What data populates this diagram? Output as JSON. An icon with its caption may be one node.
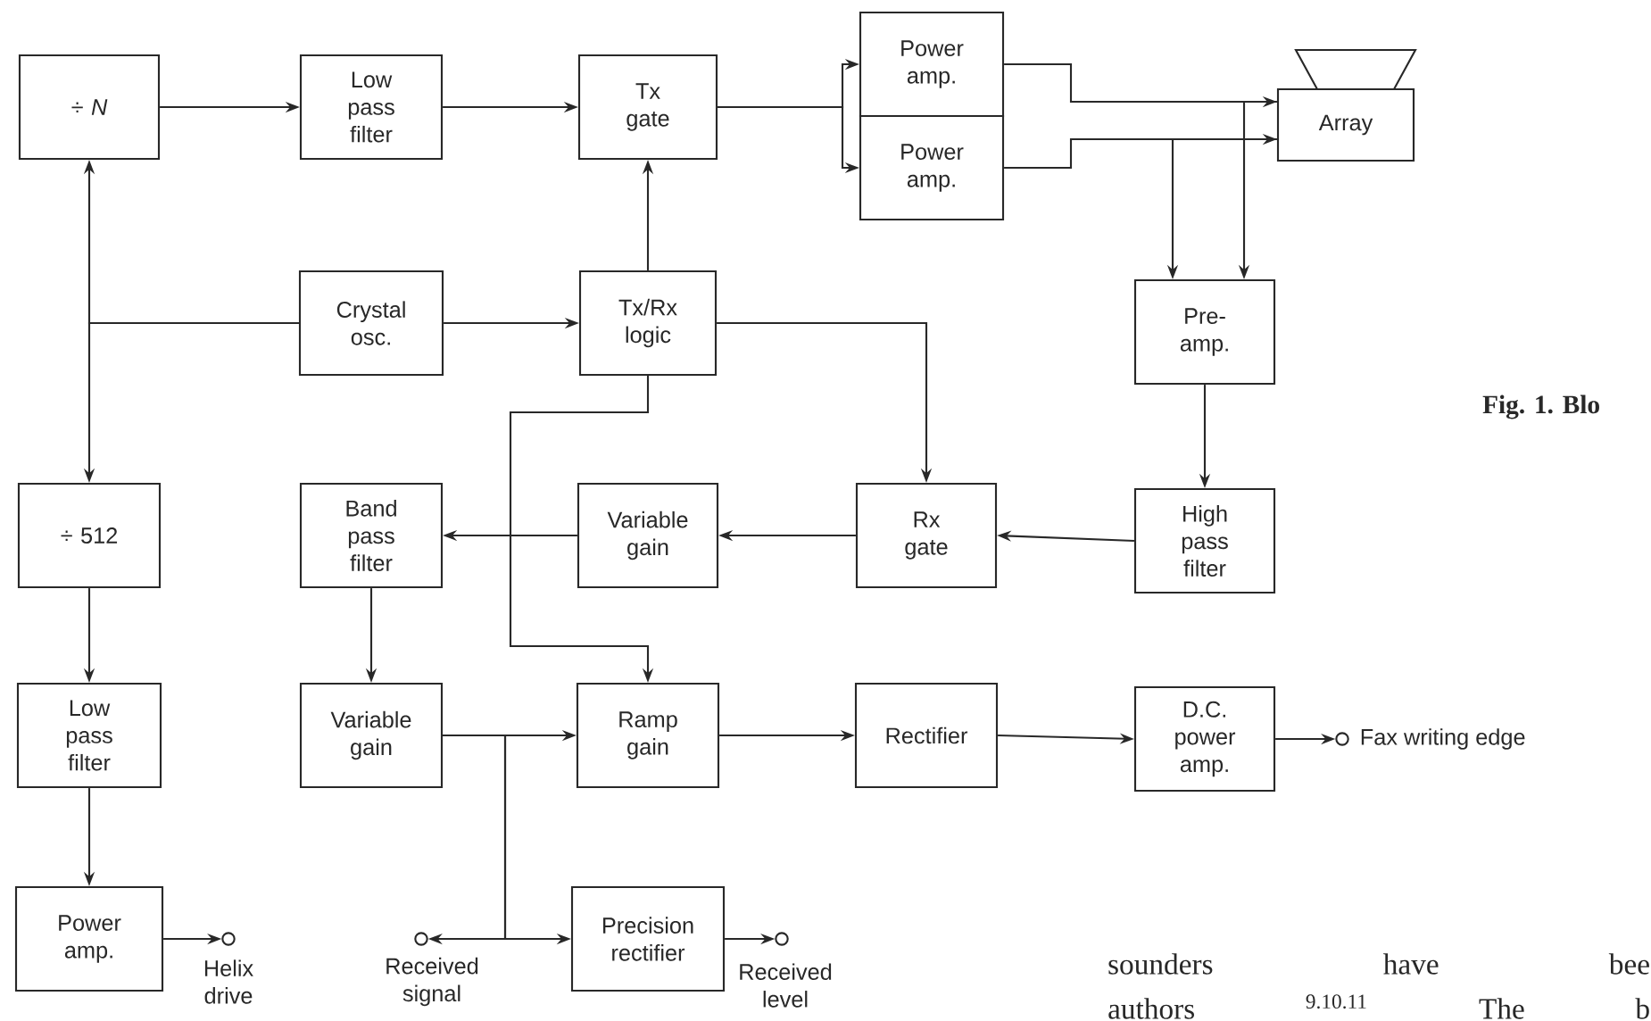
{
  "diagram": {
    "caption": "Fig. 1. Blo",
    "nodes": [
      {
        "text": [
          "÷ *N*"
        ]
      },
      {
        "text": [
          "Low pass filter"
        ]
      },
      {
        "text": [
          "Tx gate"
        ]
      },
      {
        "text": [
          "Power amp."
        ]
      },
      {
        "text": [
          "Power amp."
        ]
      },
      {
        "text": [
          "Array"
        ]
      },
      {
        "text": [
          "Crystal osc."
        ]
      },
      {
        "text": [
          "Tx/Rx logic"
        ]
      },
      {
        "text": [
          "Pre- amp."
        ]
      },
      {
        "text": [
          "÷ 512"
        ]
      },
      {
        "text": [
          "Band pass filter"
        ]
      },
      {
        "text": [
          "Variable gain"
        ]
      },
      {
        "text": [
          "Rx gate"
        ]
      },
      {
        "text": [
          "High pass filter"
        ]
      },
      {
        "text": [
          "Low pass filter"
        ]
      },
      {
        "text": [
          "Variable gain"
        ]
      },
      {
        "text": [
          "Ramp gain"
        ]
      },
      {
        "text": [
          "Rectifier"
        ]
      },
      {
        "text": [
          "D.C. power amp."
        ]
      },
      {
        "text": [
          "Power amp."
        ]
      },
      {
        "text": [
          "Precision rectifier"
        ]
      },
      {
        "text": [],
        "shape": "circle",
        "beside": [
          "Helix drive"
        ]
      },
      {
        "text": [],
        "shape": "circle",
        "beside": [
          "Received signal"
        ]
      },
      {
        "text": [],
        "shape": "circle",
        "beside": [
          "Received level"
        ]
      },
      {
        "text": [],
        "shape": "circle",
        "beside": [
          "Fax writing edge"
        ]
      }
    ],
    "edges": [
      {
        "from": 0,
        "to": 1,
        "arrow": "to"
      },
      {
        "from": 1,
        "to": 2,
        "arrow": "to"
      },
      {
        "from": 2,
        "to": 3,
        "arrow": "to"
      },
      {
        "from": 2,
        "to": 4,
        "arrow": "to"
      },
      {
        "from": 3,
        "to": 5,
        "arrow": "to"
      },
      {
        "from": 4,
        "to": 5,
        "arrow": "to"
      },
      {
        "from": 5,
        "to": 8,
        "arrow": "to"
      },
      {
        "from": 5,
        "to": 8,
        "arrow": "to"
      },
      {
        "from": 6,
        "to": 0,
        "arrow": "to"
      },
      {
        "from": 6,
        "to": 9,
        "arrow": "to"
      },
      {
        "from": 6,
        "to": 7,
        "arrow": "to"
      },
      {
        "from": 7,
        "to": 2,
        "arrow": "to"
      },
      {
        "from": 7,
        "to": 12,
        "arrow": "to"
      },
      {
        "from": 7,
        "to": 16,
        "arrow": "to"
      },
      {
        "from": 8,
        "to": 13,
        "arrow": "to"
      },
      {
        "from": 13,
        "to": 12,
        "arrow": "to"
      },
      {
        "from": 12,
        "to": 11,
        "arrow": "to"
      },
      {
        "from": 11,
        "to": 10,
        "arrow": "to"
      },
      {
        "from": 10,
        "to": 15,
        "arrow": "to"
      },
      {
        "from": 15,
        "to": 16,
        "arrow": "to"
      },
      {
        "from": 15,
        "to": 22,
        "arrow": "to"
      },
      {
        "from": 15,
        "to": 20,
        "arrow": "to"
      },
      {
        "from": 16,
        "to": 17,
        "arrow": "to"
      },
      {
        "from": 17,
        "to": 18,
        "arrow": "to"
      },
      {
        "from": 18,
        "to": 24,
        "arrow": "to"
      },
      {
        "from": 9,
        "to": 14,
        "arrow": "to"
      },
      {
        "from": 14,
        "to": 19,
        "arrow": "to"
      },
      {
        "from": 19,
        "to": 21,
        "arrow": "to"
      },
      {
        "from": 20,
        "to": 23,
        "arrow": "to"
      }
    ],
    "labels": [
      "sounders have bee",
      "authors $^{9.10.11}$ The b"
    ]
  }
}
